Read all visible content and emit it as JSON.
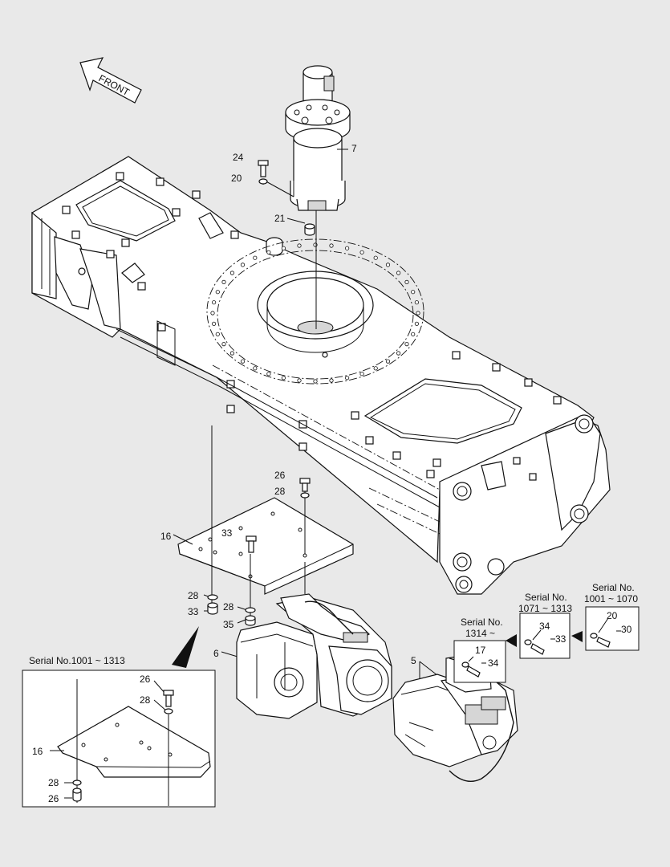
{
  "front_label": "FRONT",
  "labels": {
    "p7": "7",
    "p24": "24",
    "p20a": "20",
    "p21": "21",
    "p26a": "26",
    "p28a": "28",
    "p16a": "16",
    "p33a": "33",
    "p28b": "28",
    "p33b": "33",
    "p28c": "28",
    "p35": "35",
    "p6": "6",
    "p5": "5",
    "p17": "17",
    "p34a": "34",
    "p34b": "34",
    "p33c": "33",
    "p20b": "20",
    "p30": "30",
    "p26b": "26",
    "p28d": "28",
    "p16b": "16",
    "p28e": "28",
    "p26c": "26"
  },
  "serials": {
    "s1314_l1": "Serial No.",
    "s1314_l2": "1314 ~",
    "s1071_l1": "Serial No.",
    "s1071_l2": "1071 ~ 1313",
    "s1001_l1": "Serial No.",
    "s1001_l2": "1001 ~ 1070",
    "inset": "Serial No.1001 ~ 1313"
  }
}
